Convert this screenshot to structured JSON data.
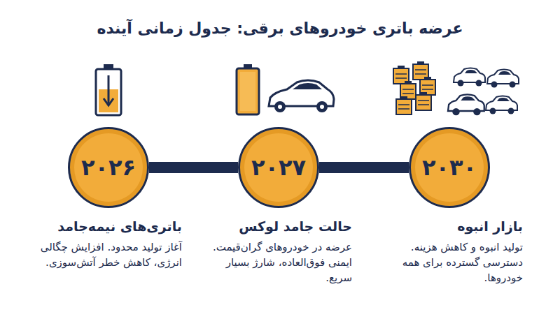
{
  "diagram": {
    "title": "عرضه باتری خودروهای برقی: جدول زمانی آینده",
    "nodes": [
      {
        "text": [
          "۲۰۲۶",
          "باتری‌های نیمه‌جامد",
          "آغاز تولید محدود. افزایش چگالی انرژی، کاهش خطر آتش‌سوزی."
        ]
      },
      {
        "text": [
          "۲۰۲۷",
          "حالت جامد لوکس",
          "عرضه در خودروهای گران‌قیمت. ایمنی فوق‌العاده، شارژ بسیار سریع."
        ]
      },
      {
        "text": [
          "۲۰۳۰",
          "بازار انبوه",
          "تولید انبوه و کاهش هزینه. دسترسی گسترده برای همه خودروها."
        ]
      }
    ],
    "edges": [
      {
        "from": 0,
        "to": 1,
        "arrow": "none"
      },
      {
        "from": 1,
        "to": 2,
        "arrow": "none"
      }
    ]
  }
}
